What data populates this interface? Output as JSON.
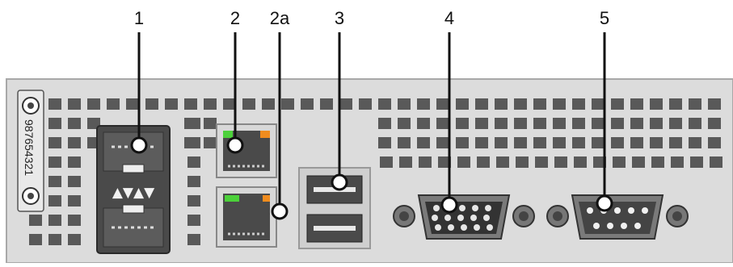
{
  "callouts": [
    {
      "id": "1",
      "label": "1",
      "name": "callout-1-sfp-module"
    },
    {
      "id": "2",
      "label": "2",
      "name": "callout-2-ethernet-port-activity-led"
    },
    {
      "id": "2a",
      "label": "2a",
      "name": "callout-2a-ethernet-port-link-led"
    },
    {
      "id": "3",
      "label": "3",
      "name": "callout-3-usb-ports"
    },
    {
      "id": "4",
      "label": "4",
      "name": "callout-4-vga-port"
    },
    {
      "id": "5",
      "label": "5",
      "name": "callout-5-serial-port"
    }
  ],
  "serial_tag": {
    "text": "987654321"
  },
  "sfp_arrows": "▲▼▲▼",
  "colors": {
    "panel": "#dcdcdc",
    "panel_edge": "#a8a8a8",
    "vent": "#595959",
    "port_dark": "#3a3a3a",
    "led_green": "#4cd13a",
    "led_orange": "#f08c1e",
    "callout_line": "#111111"
  }
}
